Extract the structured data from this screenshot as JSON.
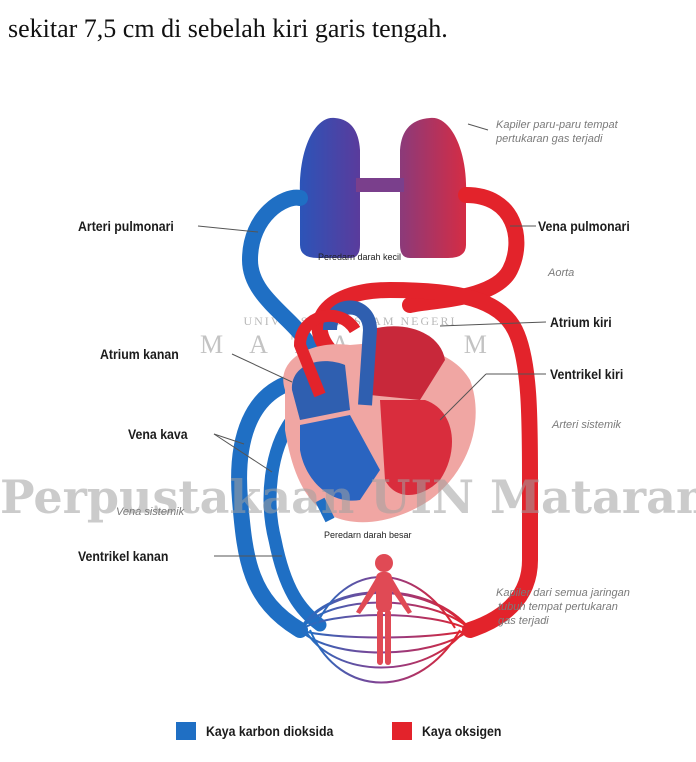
{
  "page_text": "sekitar 7,5 cm di sebelah kiri garis tengah.",
  "watermark": {
    "university": "UNIVERSITAS ISLAM NEGERI",
    "city": "MATARAM",
    "library": "Perpustakaan UIN Mataram"
  },
  "labels_left": {
    "arteri_pulmonari": "Arteri pulmonari",
    "atrium_kanan": "Atrium kanan",
    "vena_kava": "Vena kava",
    "vena_sistemik": "Vena sistemik",
    "ventrikel_kanan": "Ventrikel kanan"
  },
  "labels_right": {
    "kapiler_paru_1": "Kapiler paru-paru tempat",
    "kapiler_paru_2": "pertukaran gas terjadi",
    "vena_pulmonari": "Vena pulmonari",
    "aorta": "Aorta",
    "atrium_kiri": "Atrium kiri",
    "ventrikel_kiri": "Ventrikel kiri",
    "arteri_sistemik": "Arteri sistemik",
    "kapiler_semua_1": "Kapiler dari semua jaringan",
    "kapiler_semua_2": "tubuh tempat pertukaran",
    "kapiler_semua_3": "gas terjadi"
  },
  "labels_center": {
    "peredaran_kecil": "Peredarn darah kecil",
    "peredaran_besar": "Peredarn darah besar"
  },
  "legend": [
    {
      "label": "Kaya karbon dioksida",
      "color": "#1f6fc4"
    },
    {
      "label": "Kaya oksigen",
      "color": "#e3232b"
    }
  ],
  "colors": {
    "deoxygenated": "#1f6fc4",
    "oxygenated": "#e3232b",
    "heart_right": "#2f5fb0",
    "heart_left": "#d22a3a",
    "heart_outer": "#f0a6a3"
  }
}
